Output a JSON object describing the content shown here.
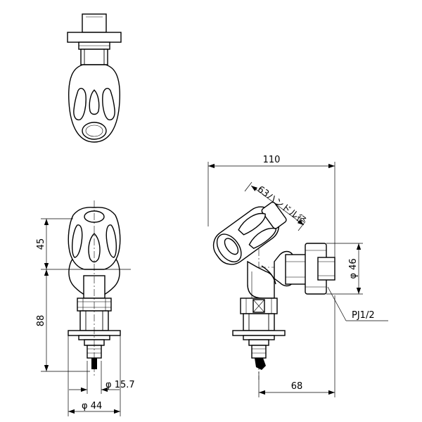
{
  "dimensions": {
    "width_total": "110",
    "height_upper": "45",
    "height_lower": "88",
    "dia_spout": "φ 15.7",
    "dia_base": "φ 44",
    "dia_nut": "φ 46",
    "offset_68": "68",
    "angled_note": "63ハンドル径",
    "thread": "PJ1/2"
  }
}
